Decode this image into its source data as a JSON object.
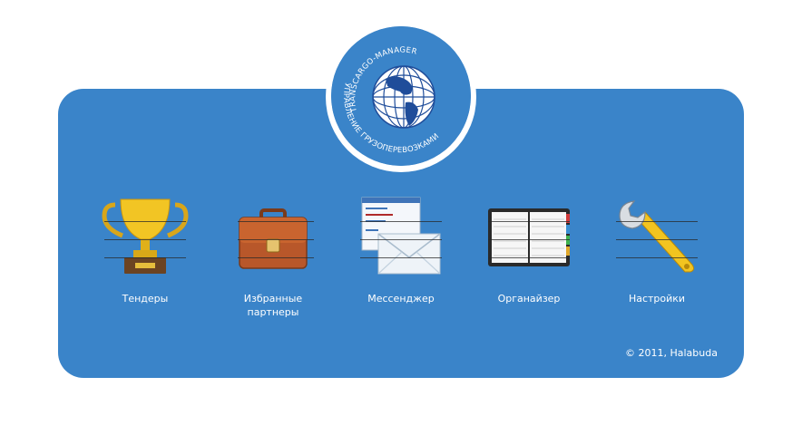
{
  "logo": {
    "top_text": "TRANSCARGO-MANAGER",
    "bottom_text": "УПРАВЛЕНИЕ ГРУЗОПЕРЕВОЗКАМИ",
    "icon": "globe-icon"
  },
  "menu": [
    {
      "id": "tenders",
      "label": "Тендеры",
      "icon": "trophy-icon"
    },
    {
      "id": "partners",
      "label_line1": "Избранные",
      "label_line2": "партнеры",
      "icon": "briefcase-icon"
    },
    {
      "id": "messenger",
      "label": "Мессенджер",
      "icon": "envelope-icon"
    },
    {
      "id": "organizer",
      "label": "Органайзер",
      "icon": "planner-icon"
    },
    {
      "id": "settings",
      "label": "Настройки",
      "icon": "wrench-icon"
    }
  ],
  "footer": {
    "copyright": "© 2011, Halabuda"
  },
  "colors": {
    "panel": "#3a84c9",
    "background": "#ffffff",
    "text": "#ffffff"
  }
}
